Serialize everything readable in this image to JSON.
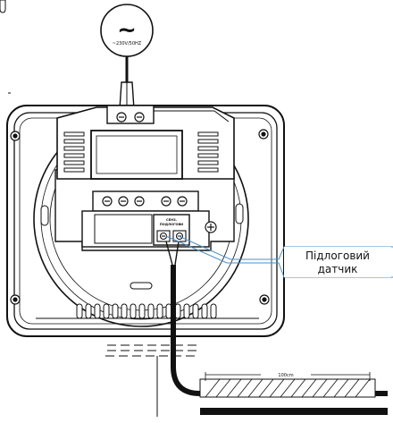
{
  "power": {
    "symbol": "~",
    "rating": "~230V/50HZ"
  },
  "terminal": {
    "label_line1": "СЕНЗ.",
    "label_line2": "ПОДЛОГОВИ"
  },
  "callout": {
    "line1": "Підлоговий",
    "line2": "датчик"
  },
  "dimension": {
    "label": "100cm"
  },
  "colors": {
    "line": "#111111",
    "callout_line": "#4a90c8",
    "device_fill": "#ffffff"
  }
}
